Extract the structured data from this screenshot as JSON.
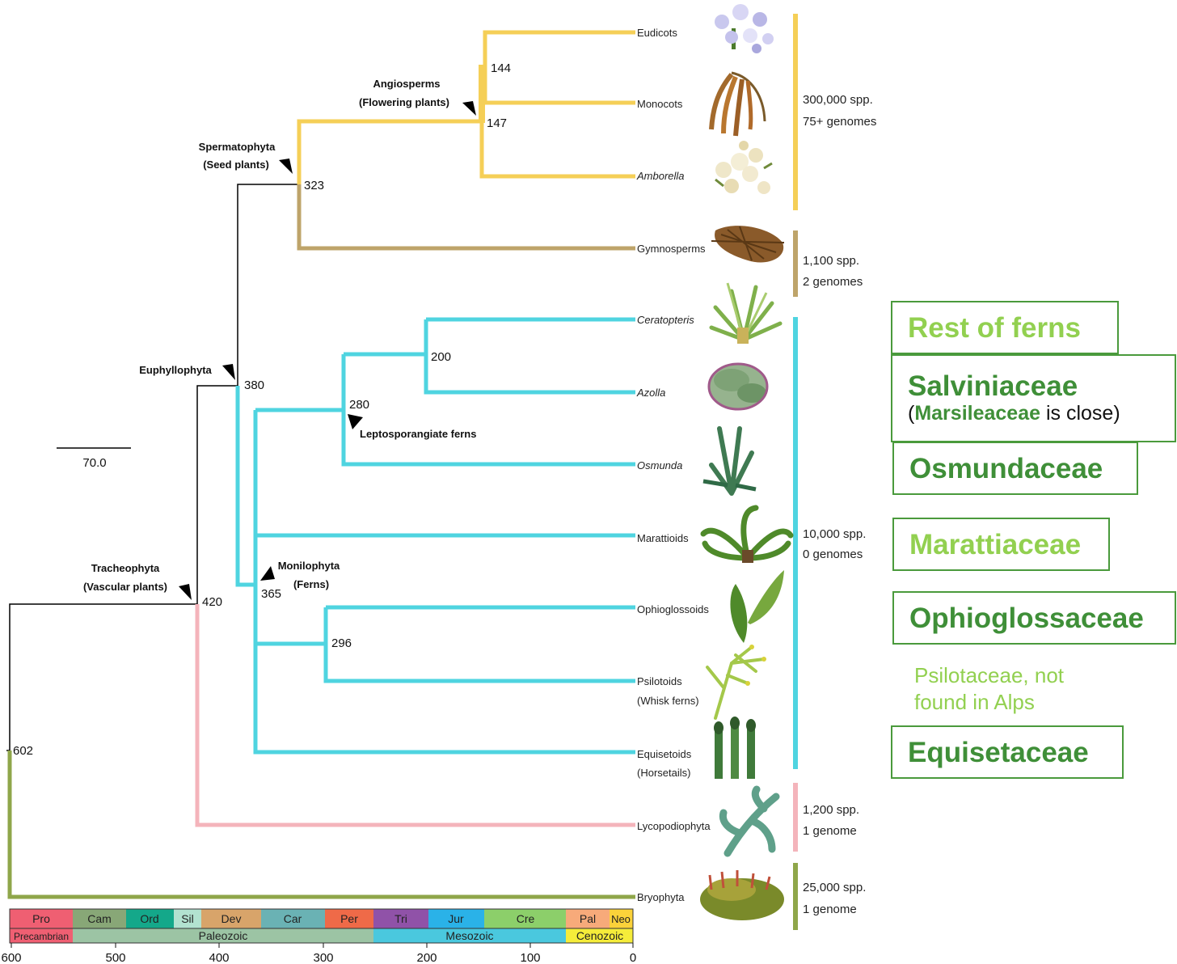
{
  "tree": {
    "leaves": {
      "eudicots": "Eudicots",
      "monocots": "Monocots",
      "amborella": "Amborella",
      "gymnosperms": "Gymnosperms",
      "ceratopteris": "Ceratopteris",
      "azolla": "Azolla",
      "osmunda": "Osmunda",
      "marattioids": "Marattioids",
      "ophioglossoids": "Ophioglossoids",
      "psilotoids": "Psilotoids",
      "psilotoids_sub": "(Whisk ferns)",
      "equisetoids": "Equisetoids",
      "equisetoids_sub": "(Horsetails)",
      "lycopodiophyta": "Lycopodiophyta",
      "bryophyta": "Bryophyta"
    },
    "node_ages": {
      "n144": "144",
      "n147": "147",
      "n323": "323",
      "n200": "200",
      "n280": "280",
      "n380": "380",
      "n365": "365",
      "n296": "296",
      "n420": "420",
      "n602": "602"
    },
    "clades": {
      "angiosperms": "Angiosperms",
      "angiosperms_sub": "(Flowering plants)",
      "spermatophyta": "Spermatophyta",
      "spermatophyta_sub": "(Seed plants)",
      "euphyllophyta": "Euphyllophyta",
      "leptosporangiate": "Leptosporangiate ferns",
      "monilophyta": "Monilophyta",
      "monilophyta_sub": "(Ferns)",
      "tracheophyta": "Tracheophyta",
      "tracheophyta_sub": "(Vascular plants)"
    },
    "scale_bar": "70.0",
    "colors": {
      "angiosperms": "#f5cf57",
      "gymnosperms": "#bea46a",
      "ferns": "#4fd4e0",
      "lycophytes": "#f4b4bb",
      "bryophytes": "#8fa64a",
      "backbone": "#000000"
    }
  },
  "species_counts": {
    "angio_spp": "300,000 spp.",
    "angio_gen": "75+ genomes",
    "gymno_spp": "1,100 spp.",
    "gymno_gen": "2 genomes",
    "fern_spp": "10,000 spp.",
    "fern_gen": "0 genomes",
    "lyco_spp": "1,200 spp.",
    "lyco_gen": "1 genome",
    "bryo_spp": "25,000 spp.",
    "bryo_gen": "1 genome"
  },
  "timescale": {
    "periods": [
      "Pro",
      "Cam",
      "Ord",
      "Sil",
      "Dev",
      "Car",
      "Per",
      "Tri",
      "Jur",
      "Cre",
      "Pal",
      "Neo"
    ],
    "eras": [
      "Precambrian",
      "Paleozoic",
      "Mesozoic",
      "Cenozoic"
    ],
    "ticks": [
      "600",
      "500",
      "400",
      "300",
      "200",
      "100",
      "0"
    ]
  },
  "annotations": {
    "rest_of_ferns": "Rest of ferns",
    "salviniaceae": "Salviniaceae",
    "salviniaceae_paren_open": "(",
    "marsileaceae": "Marsileaceae",
    "salviniaceae_note": " is close)",
    "osmundaceae": "Osmundaceae",
    "marattiaceae": "Marattiaceae",
    "ophioglossaceae": "Ophioglossaceae",
    "psilotaceae_note_1": "Psilotaceae, not",
    "psilotaceae_note_2": "found in Alps",
    "equisetaceae": "Equisetaceae"
  }
}
